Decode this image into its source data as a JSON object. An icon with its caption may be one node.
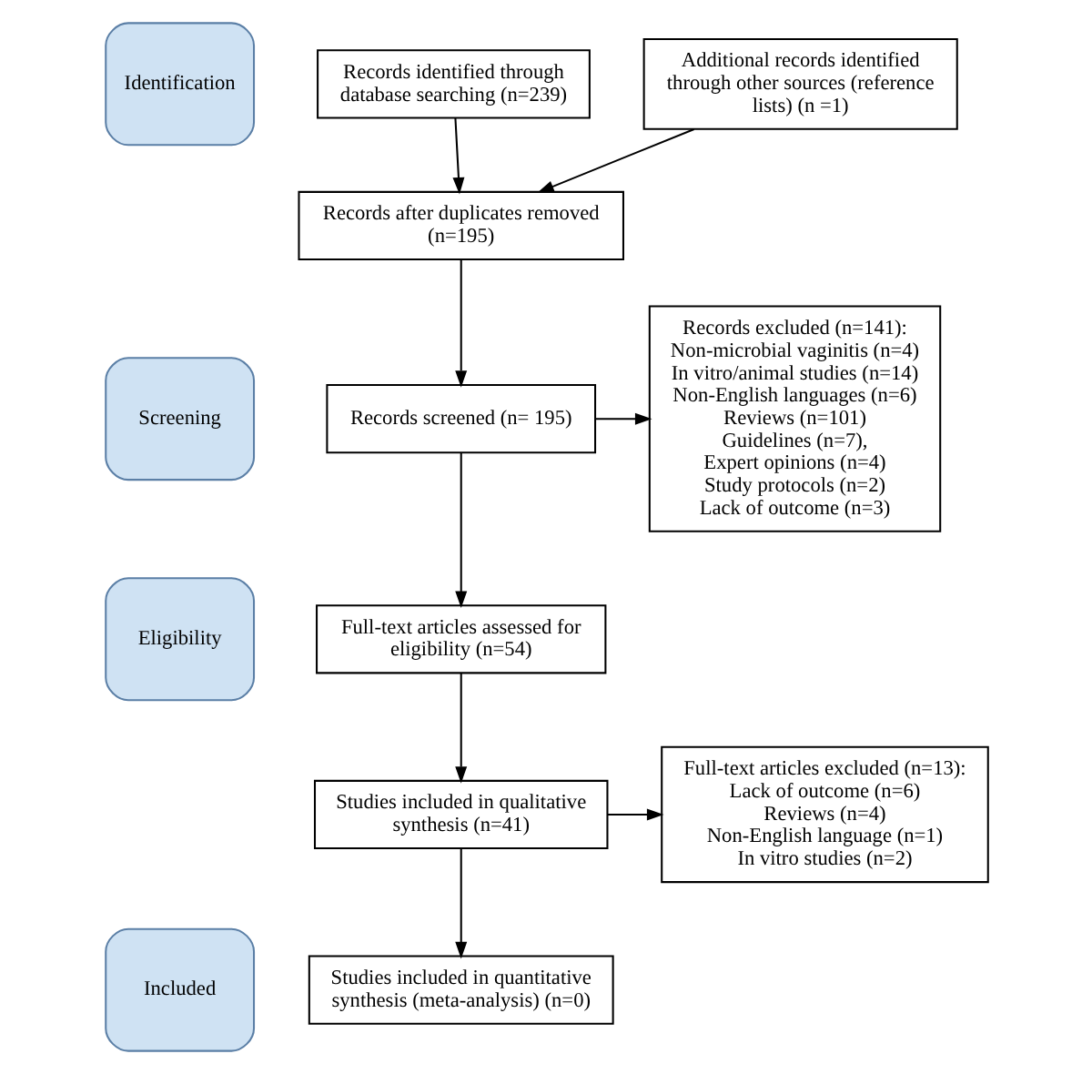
{
  "diagram": {
    "nodes": [
      {
        "text": [
          "Identification"
        ]
      },
      {
        "text": [
          "Screening"
        ]
      },
      {
        "text": [
          "Eligibility"
        ]
      },
      {
        "text": [
          "Included"
        ]
      },
      {
        "text": [
          "Records identified through database searching (n=239)"
        ]
      },
      {
        "text": [
          "Additional records identified through other sources (reference lists) (n =1)"
        ]
      },
      {
        "text": [
          "Records after duplicates removed (n=195)"
        ]
      },
      {
        "text": [
          "Records screened (n= 195)"
        ]
      },
      {
        "text": [
          "Records excluded (n=141):",
          "Non-microbial vaginitis (n=4)",
          "In vitro/animal studies (n=14)",
          "Non-English languages (n=6)",
          "Reviews (n=101)",
          "Guidelines (n=7),",
          "Expert opinions (n=4)",
          "Study protocols (n=2)",
          "Lack of outcome (n=3)"
        ]
      },
      {
        "text": [
          "Full-text articles assessed for eligibility (n=54)"
        ]
      },
      {
        "text": [
          "Studies included in qualitative synthesis (n=41)"
        ]
      },
      {
        "text": [
          "Full-text articles excluded (n=13):",
          "Lack of outcome (n=6)",
          "Reviews (n=4)",
          "Non-English language (n=1)",
          "In vitro studies (n=2)"
        ]
      },
      {
        "text": [
          "Studies included in quantitative synthesis (meta-analysis) (n=0)"
        ]
      }
    ],
    "edges": [
      {
        "from": 4,
        "to": 6,
        "arrow": "to"
      },
      {
        "from": 5,
        "to": 6,
        "arrow": "to"
      },
      {
        "from": 6,
        "to": 7,
        "arrow": "to"
      },
      {
        "from": 7,
        "to": 8,
        "arrow": "to"
      },
      {
        "from": 7,
        "to": 9,
        "arrow": "to"
      },
      {
        "from": 9,
        "to": 10,
        "arrow": "to"
      },
      {
        "from": 10,
        "to": 11,
        "arrow": "to"
      },
      {
        "from": 10,
        "to": 12,
        "arrow": "to"
      }
    ]
  }
}
